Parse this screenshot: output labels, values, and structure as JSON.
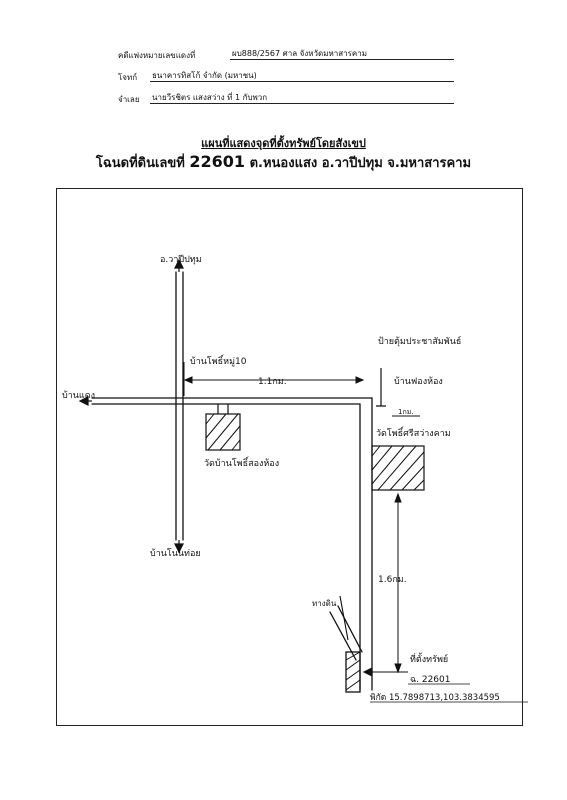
{
  "header": {
    "case_label": "คดีแพ่งหมายเลขแดงที่",
    "case_value": "ผบ888/2567  ศาล  จังหวัดมหาสารคาม",
    "plaintiff_label": "โจทก์",
    "plaintiff_value": "ธนาคารทิสโก้ จำกัด (มหาชน)",
    "defendant_label": "จำเลย",
    "defendant_value": "นายวีรชิตร  แสงสว่าง ที่ 1 กับพวก"
  },
  "title": {
    "line1": "แผนที่แสดงจุดที่ตั้งทรัพย์โดยสังเขป",
    "line2_prefix": "โฉนดที่ดินเลขที่",
    "deed_number": "22601",
    "line2_suffix": "ต.หนองแสง  อ.วาปีปทุม  จ.มหาสารคาม"
  },
  "map": {
    "north_label": "อ.วาปีปทุม",
    "west_label": "บ้านแดง",
    "south_label": "บ้านโนนท่อย",
    "crossroad_village": "บ้านโพธิ์หมู่10",
    "distance_east": "1.1กม.",
    "bus_stop": "ป้ายตุ้มประชาสัมพันธ์",
    "east_village": "บ้านฟองห้อง",
    "short_distance": "1กม.",
    "temple_east": "วัดโพธิ์ศรีสว่างคาม",
    "temple_west": "วัดบ้านโพธิ์สองห้อง",
    "distance_south": "1.6กม.",
    "side_road": "ทางดิน",
    "property_label": "ที่ตั้งทรัพย์",
    "deed_ref": "ฉ. 22601",
    "coords": "พิกัด 15.7898713,103.3834595"
  }
}
